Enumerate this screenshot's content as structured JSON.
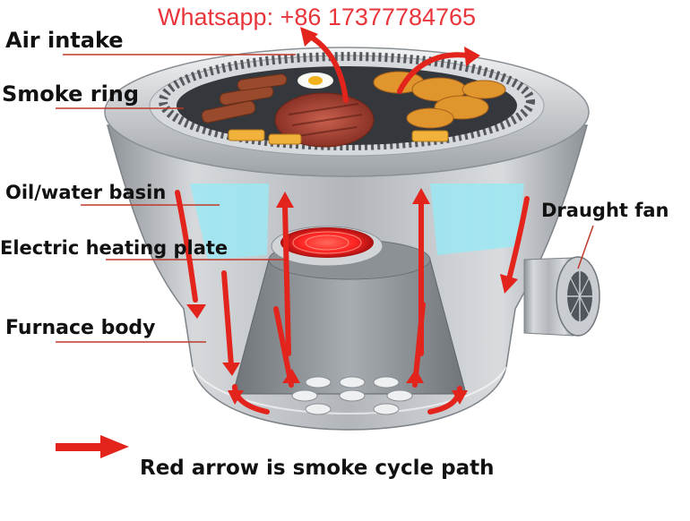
{
  "contact": {
    "whatsapp": "Whatsapp: +86 17377784765"
  },
  "labels": {
    "air_intake": "Air intake",
    "smoke_ring": "Smoke ring",
    "oil_water_basin": "Oil/water basin",
    "electric_heating_plate": "Electric heating plate",
    "furnace_body": "Furnace body",
    "draught_fan": "Draught fan"
  },
  "legend": {
    "caption": "Red arrow is smoke cycle path"
  },
  "colors": {
    "arrow": "#e3241c",
    "callout": "#c0392b",
    "steel": "#b8bcc0",
    "water": "#9be8f2",
    "heat": "#ff2a2a"
  },
  "icons": {
    "arrow": "red-arrow-icon",
    "fan": "fan-icon"
  }
}
